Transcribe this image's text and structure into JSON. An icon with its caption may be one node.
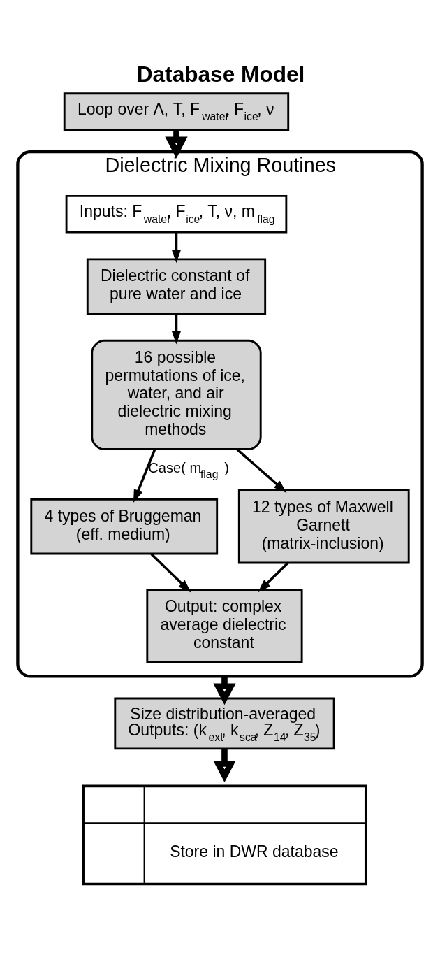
{
  "diagram": {
    "title": "Database Model",
    "nodes": [
      {
        "text": [
          "Loop over Λ, T, F$_{water}$, F$_{ice}$, ν"
        ]
      },
      {
        "text": [
          "Dielectric Mixing Routines"
        ]
      },
      {
        "text": [
          "Inputs: F$_{water}$, F$_{ice}$, T, ν, m$_{flag}$"
        ],
        "in": 1
      },
      {
        "text": [
          "Dielectric constant of pure water and ice"
        ],
        "in": 1
      },
      {
        "text": [
          "16 possible permutations of ice, water, and air dielectric mixing methods"
        ],
        "in": 1
      },
      {
        "text": [
          "4 types of Bruggeman (eff. medium)"
        ],
        "in": 1
      },
      {
        "text": [
          "12 types of Maxwell Garnett (matrix-inclusion)"
        ],
        "in": 1
      },
      {
        "text": [
          "Output: complex average dielectric constant"
        ],
        "in": 1
      },
      {
        "text": [
          "Size distribution-averaged Outputs: (k$_{ext}$, k$_{sca}$, Z$_{14}$, Z$_{35}$)"
        ]
      },
      {
        "text": [
          "Store in DWR database"
        ]
      }
    ],
    "edges": [
      {
        "from": 0,
        "to": 1,
        "arrow": "to",
        "style": "thick"
      },
      {
        "from": 2,
        "to": 3,
        "arrow": "to"
      },
      {
        "from": 3,
        "to": 4,
        "arrow": "to"
      },
      {
        "from": 4,
        "to": 5,
        "arrow": "to",
        "label": "Case( m$_{flag}$ )"
      },
      {
        "from": 4,
        "to": 6,
        "arrow": "to"
      },
      {
        "from": 5,
        "to": 7,
        "arrow": "to"
      },
      {
        "from": 6,
        "to": 7,
        "arrow": "to"
      },
      {
        "from": 1,
        "to": 8,
        "arrow": "to",
        "style": "thick"
      },
      {
        "from": 8,
        "to": 9,
        "arrow": "to",
        "style": "thick"
      }
    ]
  }
}
